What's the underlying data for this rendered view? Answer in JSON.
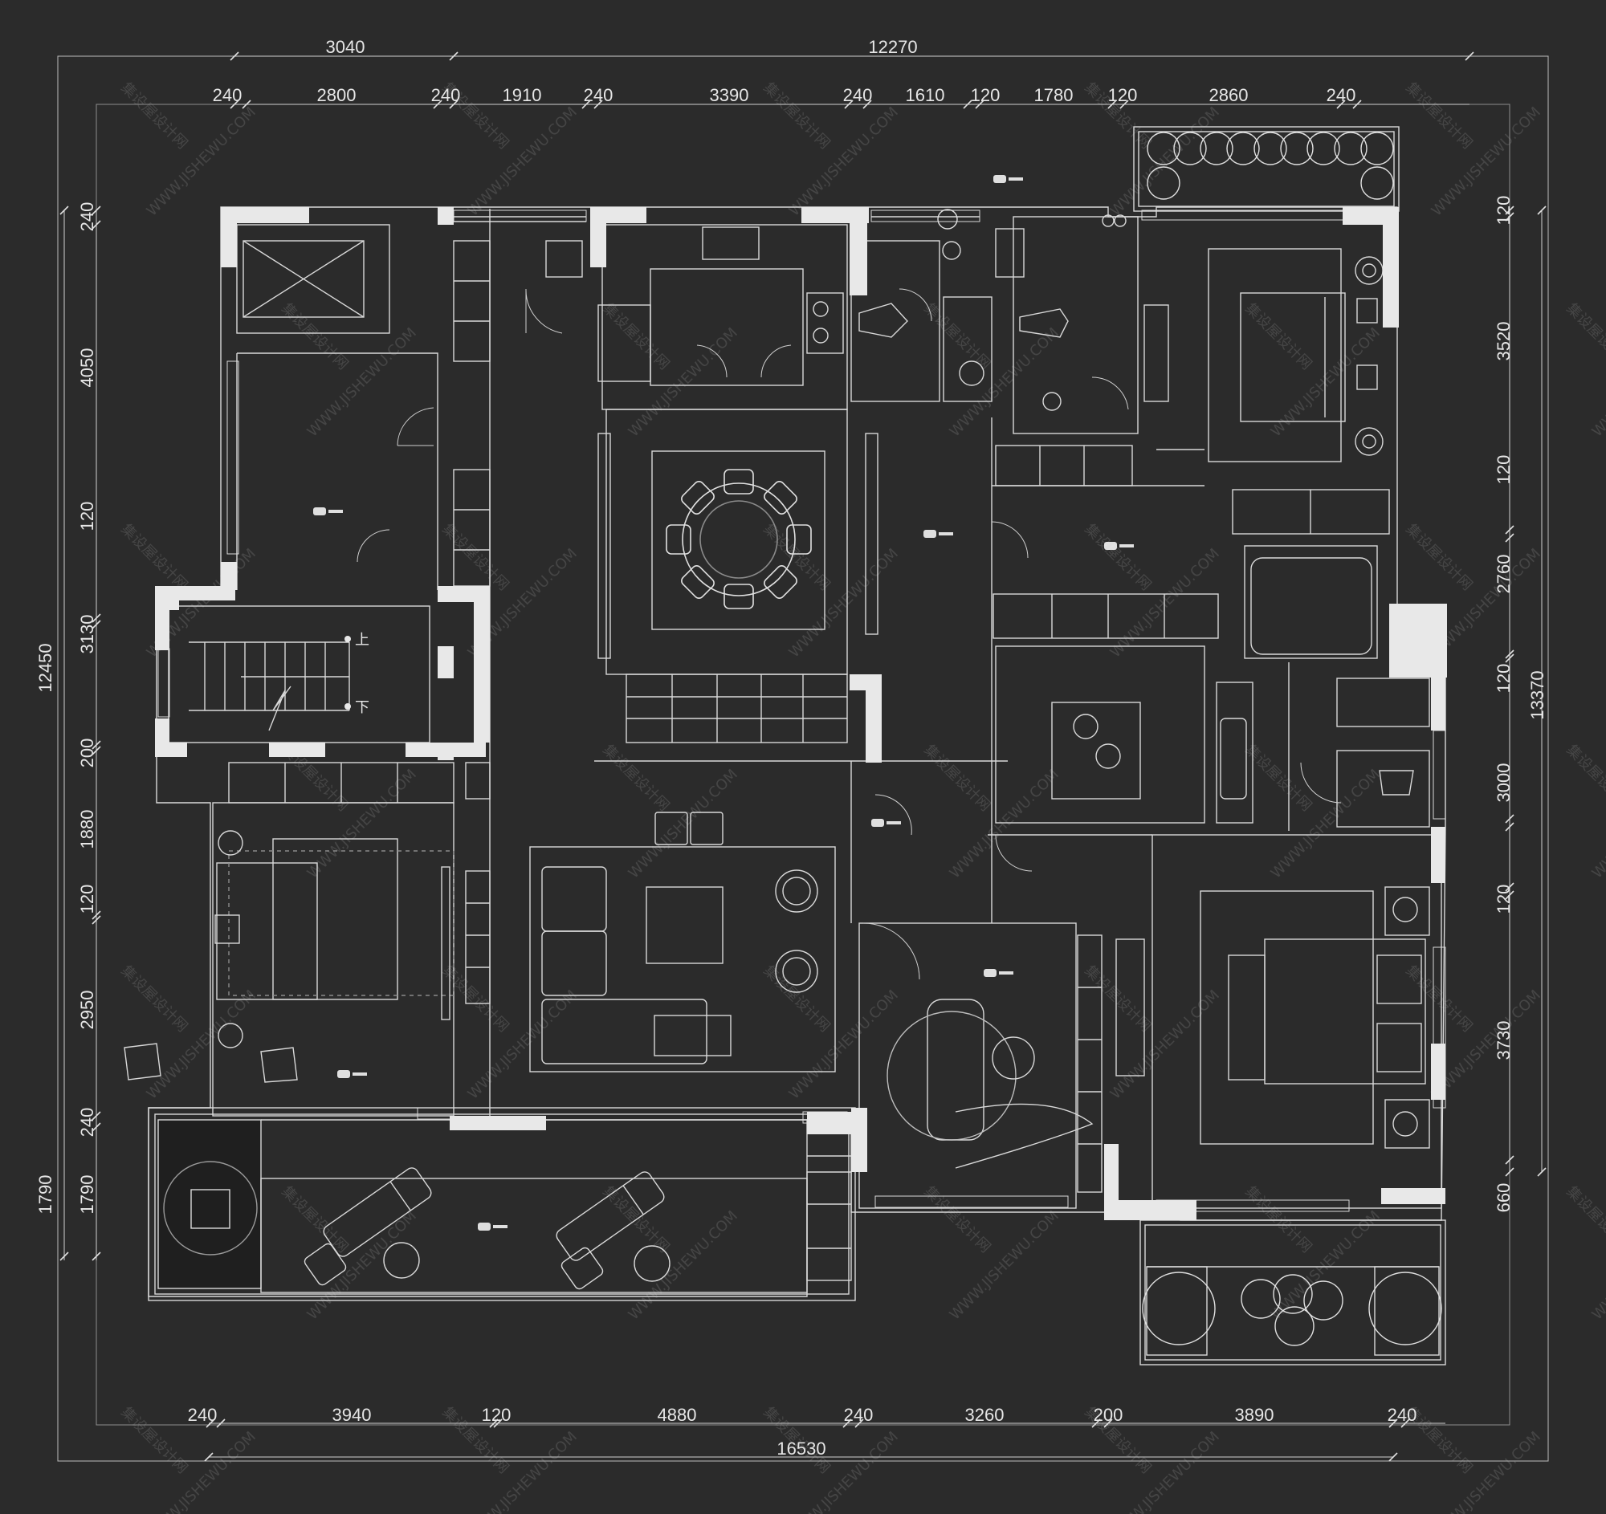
{
  "dims": {
    "top_outer": [
      "3040",
      "12270"
    ],
    "top_inner": [
      "240",
      "2800",
      "240",
      "1910",
      "240",
      "3390",
      "240",
      "1610",
      "120",
      "1780",
      "120",
      "2860",
      "240"
    ],
    "bottom_inner": [
      "240",
      "3940",
      "120",
      "4880",
      "240",
      "3260",
      "200",
      "3890",
      "240"
    ],
    "bottom_outer": [
      "16530"
    ],
    "left_inner": [
      "240",
      "4050",
      "120",
      "3130",
      "200",
      "1880",
      "120",
      "2950",
      "240",
      "1790"
    ],
    "left_outer": [
      "12450",
      "1790"
    ],
    "right_inner": [
      "120",
      "3520",
      "120",
      "2760",
      "120",
      "3000",
      "120",
      "3730",
      "660"
    ],
    "right_outer": [
      "13370"
    ]
  },
  "stair": {
    "up": "上",
    "down": "下"
  },
  "watermark": {
    "cn": "集设屋设计网",
    "en": "WWW.JISHEWU.COM"
  },
  "colors": {
    "background": "#2b2b2b",
    "wall": "#e8e8e8",
    "line": "#d9d9d9"
  }
}
